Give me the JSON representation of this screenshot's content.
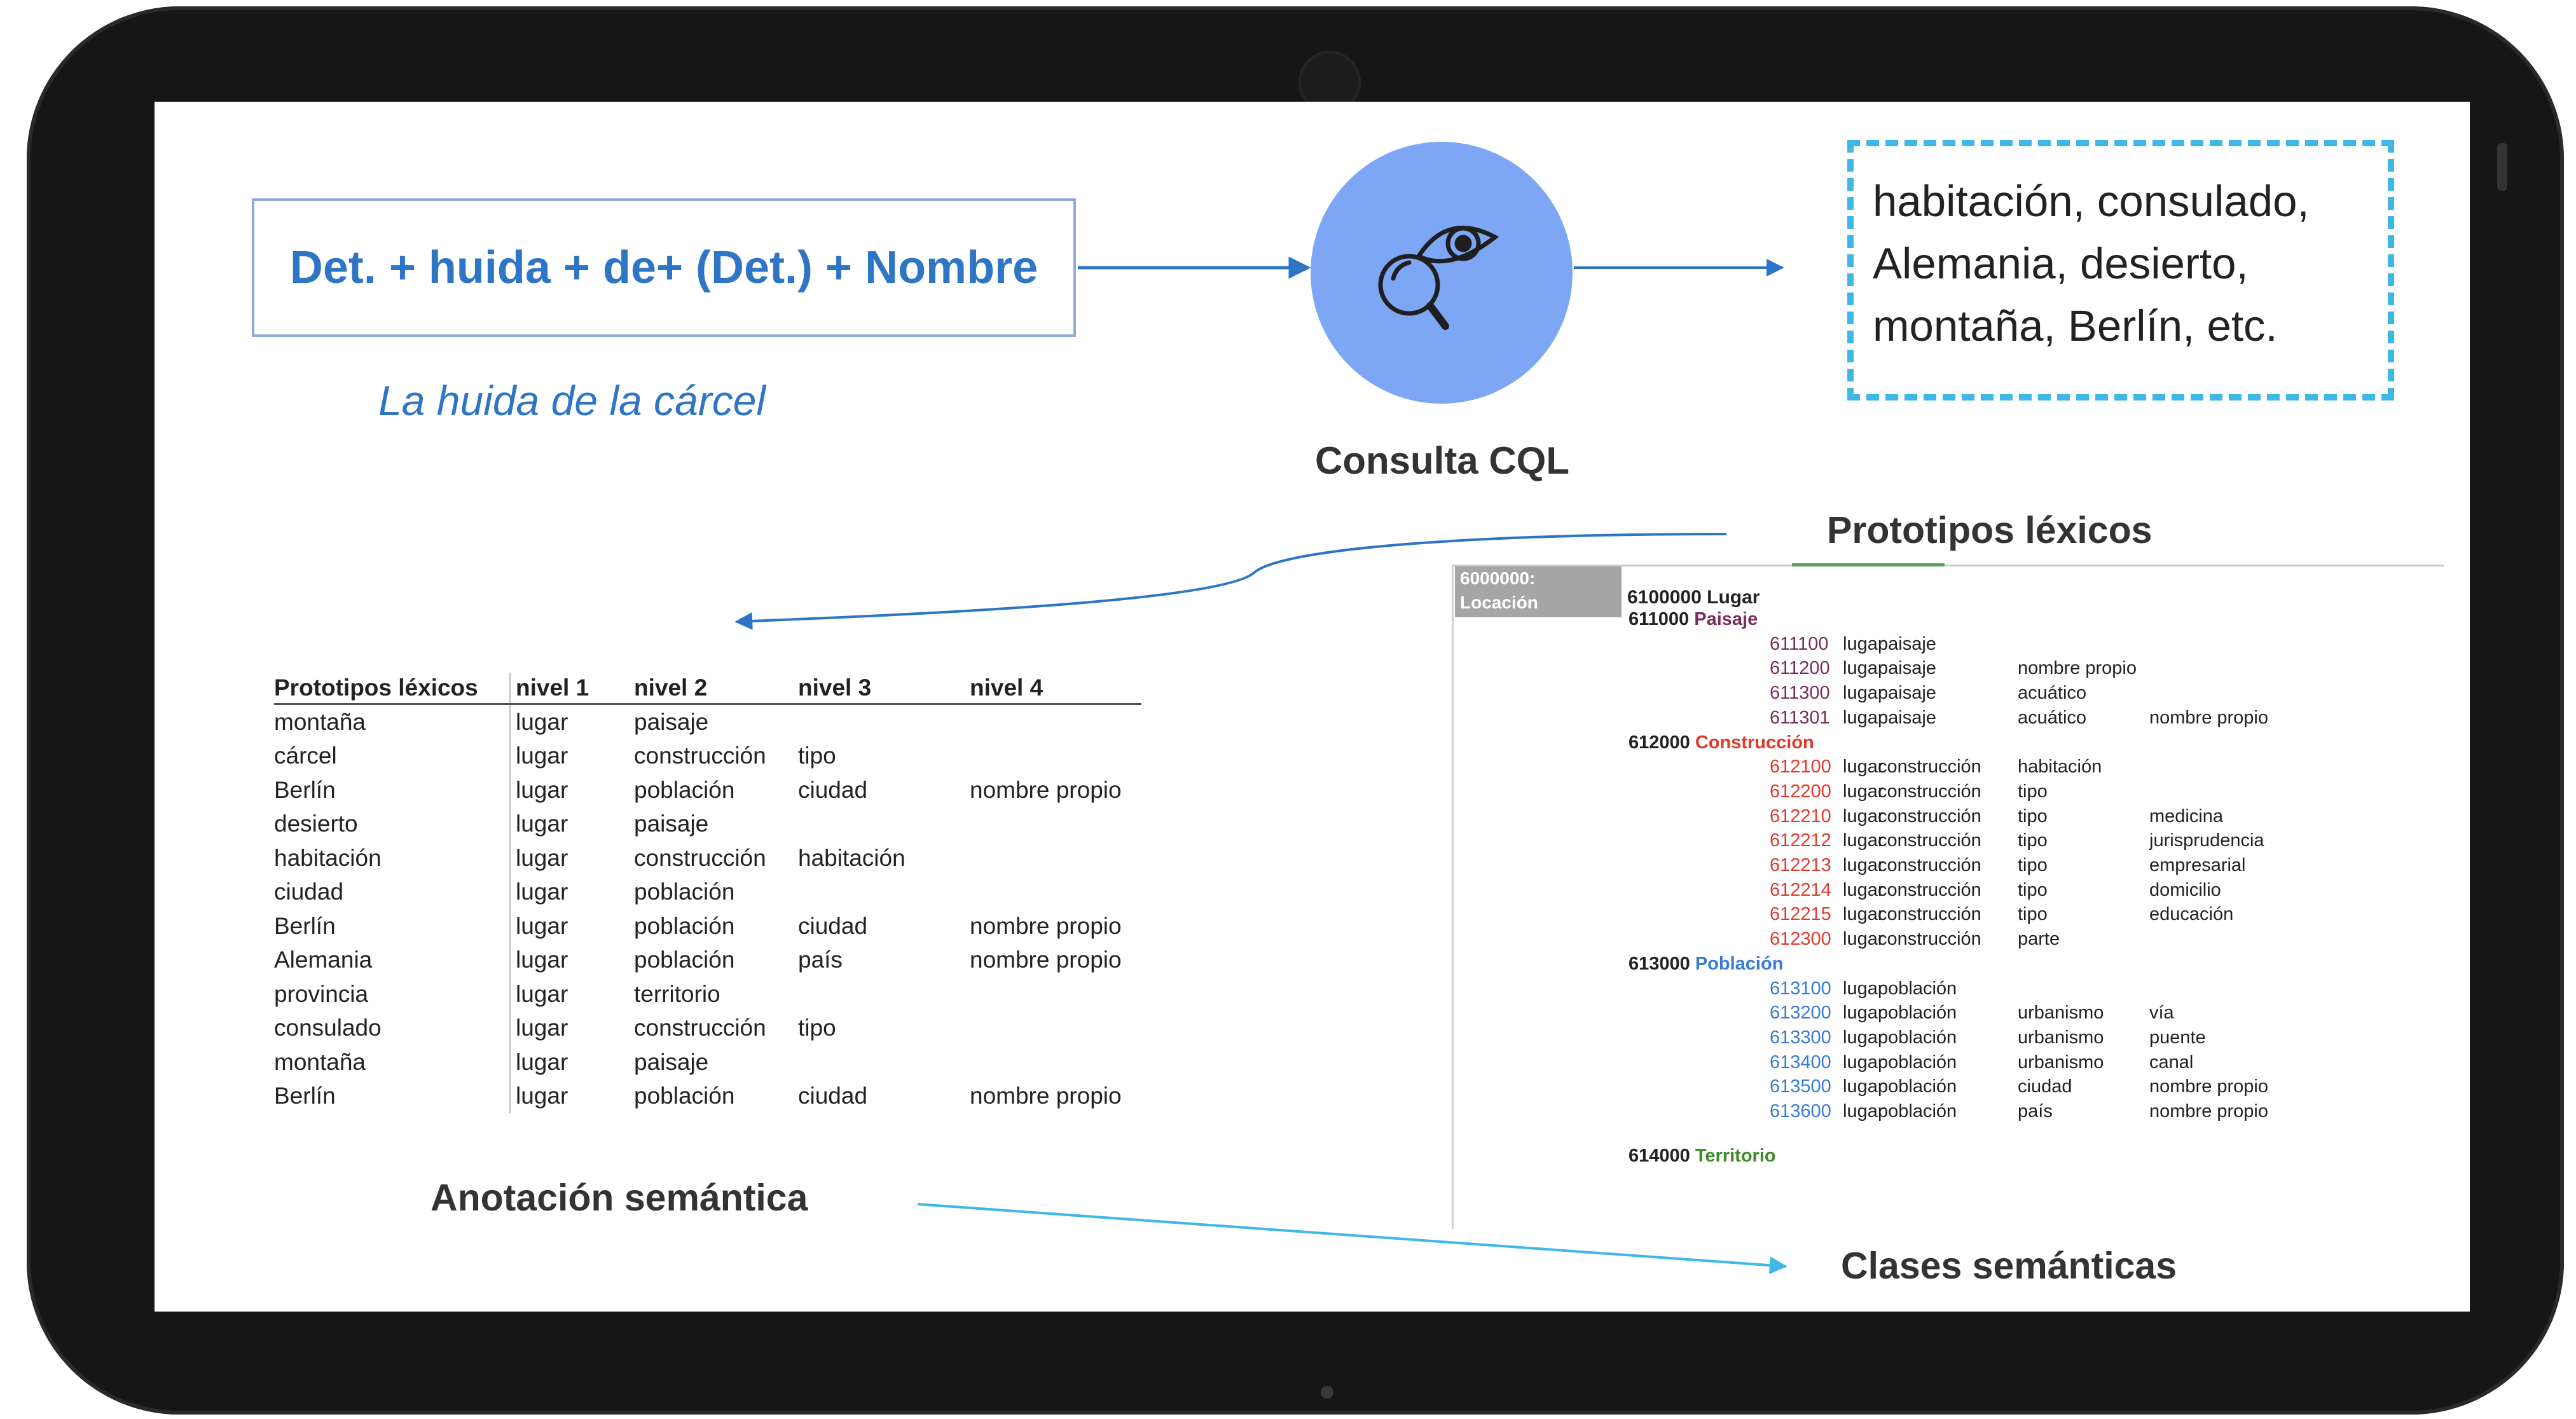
{
  "query": {
    "pattern": "Det. + huida + de+ (Det.) + Nombre",
    "example": "La huida de la cárcel"
  },
  "cql": {
    "label": "Consulta CQL",
    "icon": "search-eye-icon"
  },
  "results": {
    "lines": [
      "habitación, consulado,",
      "Alemania, desierto,",
      "montaña, Berlín, etc."
    ]
  },
  "prototypes_panel": {
    "title": "Prototipos léxicos",
    "root_code": "6000000:",
    "root_label": "Locación",
    "level1": "6100000 Lugar",
    "groups": [
      {
        "code": "611000",
        "name": "Paisaje",
        "color": "#7b2c5a",
        "rows": [
          {
            "code": "611100",
            "cols": [
              "lugar",
              "paisaje",
              "",
              ""
            ]
          },
          {
            "code": "611200",
            "cols": [
              "lugar",
              "paisaje",
              "nombre propio",
              ""
            ]
          },
          {
            "code": "611300",
            "cols": [
              "lugar",
              "paisaje",
              "acuático",
              ""
            ]
          },
          {
            "code": "611301",
            "cols": [
              "lugar",
              "paisaje",
              "acuático",
              "nombre propio"
            ]
          }
        ]
      },
      {
        "code": "612000",
        "name": "Construcción",
        "color": "#e03a2c",
        "rows": [
          {
            "code": "612100",
            "cols": [
              "lugar",
              "construcción",
              "habitación",
              ""
            ]
          },
          {
            "code": "612200",
            "cols": [
              "lugar",
              "construcción",
              "tipo",
              ""
            ]
          },
          {
            "code": "612210",
            "cols": [
              "lugar",
              "construcción",
              "tipo",
              "medicina"
            ]
          },
          {
            "code": "612212",
            "cols": [
              "lugar",
              "construcción",
              "tipo",
              "jurisprudencia"
            ]
          },
          {
            "code": "612213",
            "cols": [
              "lugar",
              "construcción",
              "tipo",
              "empresarial"
            ]
          },
          {
            "code": "612214",
            "cols": [
              "lugar",
              "construcción",
              "tipo",
              "domicilio"
            ]
          },
          {
            "code": "612215",
            "cols": [
              "lugar",
              "construcción",
              "tipo",
              "educación"
            ]
          },
          {
            "code": "612300",
            "cols": [
              "lugar",
              "construcción",
              "parte",
              ""
            ]
          }
        ]
      },
      {
        "code": "613000",
        "name": "Población",
        "color": "#3a7bd5",
        "rows": [
          {
            "code": "613100",
            "cols": [
              "lugar",
              "población",
              "",
              ""
            ]
          },
          {
            "code": "613200",
            "cols": [
              "lugar",
              "población",
              "urbanismo",
              "vía"
            ]
          },
          {
            "code": "613300",
            "cols": [
              "lugar",
              "población",
              "urbanismo",
              "puente"
            ]
          },
          {
            "code": "613400",
            "cols": [
              "lugar",
              "población",
              "urbanismo",
              "canal"
            ]
          },
          {
            "code": "613500",
            "cols": [
              "lugar",
              "población",
              "ciudad",
              "nombre propio"
            ]
          },
          {
            "code": "613600",
            "cols": [
              "lugar",
              "población",
              "país",
              "nombre propio"
            ]
          }
        ]
      },
      {
        "code": "614000",
        "name": "Territorio",
        "color": "#3d8a2a",
        "rows": []
      }
    ]
  },
  "annotation": {
    "headers": [
      "Prototipos léxicos",
      "nivel 1",
      "nivel 2",
      "nivel 3",
      "nivel 4"
    ],
    "rows": [
      [
        "montaña",
        "lugar",
        "paisaje",
        "",
        ""
      ],
      [
        "cárcel",
        "lugar",
        "construcción",
        "tipo",
        ""
      ],
      [
        "Berlín",
        "lugar",
        "población",
        "ciudad",
        "nombre propio"
      ],
      [
        "desierto",
        "lugar",
        "paisaje",
        "",
        ""
      ],
      [
        "habitación",
        "lugar",
        "construcción",
        "habitación",
        ""
      ],
      [
        "ciudad",
        "lugar",
        "población",
        "",
        ""
      ],
      [
        "Berlín",
        "lugar",
        "población",
        "ciudad",
        "nombre propio"
      ],
      [
        "Alemania",
        "lugar",
        "población",
        "país",
        "nombre propio"
      ],
      [
        "provincia",
        "lugar",
        "territorio",
        "",
        ""
      ],
      [
        "consulado",
        "lugar",
        "construcción",
        "tipo",
        ""
      ],
      [
        "montaña",
        "lugar",
        "paisaje",
        "",
        ""
      ],
      [
        "Berlín",
        "lugar",
        "población",
        "ciudad",
        "nombre propio"
      ]
    ],
    "label": "Anotación semántica"
  },
  "clases": {
    "label": "Clases semánticas"
  },
  "colors": {
    "accent_blue": "#2e75c6",
    "circle": "#7da7f5",
    "dashed_border": "#3fb8e8"
  }
}
